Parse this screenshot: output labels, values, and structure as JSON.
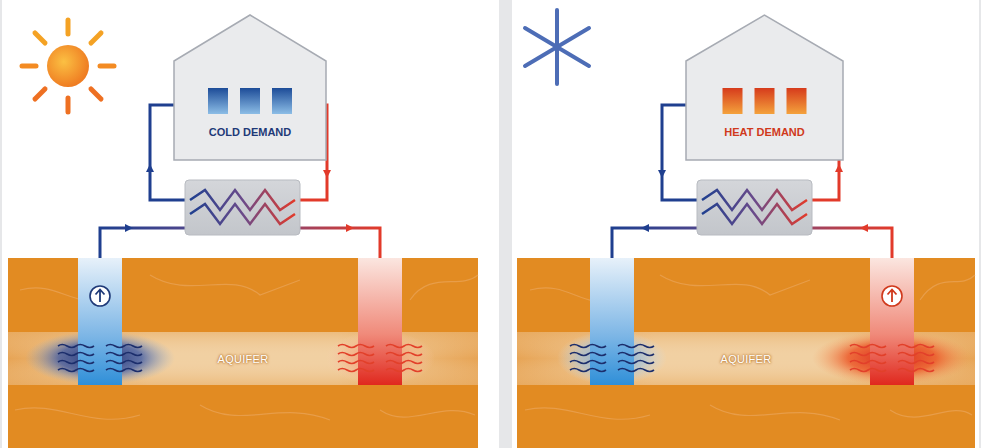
{
  "diagram": {
    "nodes": [
      {
        "text": [
          "COLD DEMAND"
        ]
      },
      {
        "text": [
          "AQUIFER"
        ]
      },
      {
        "text": [
          "HEAT DEMAND"
        ]
      },
      {
        "text": [
          "AQUIFER"
        ]
      }
    ]
  }
}
